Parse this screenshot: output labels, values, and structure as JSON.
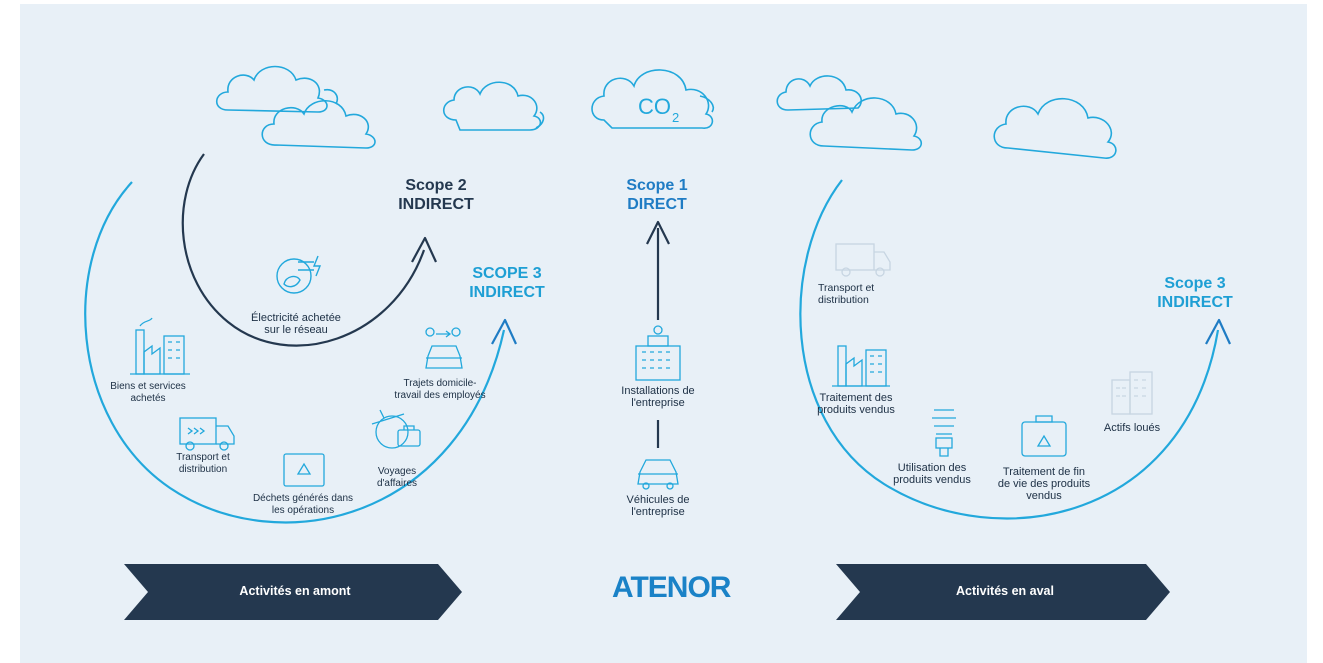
{
  "scopes": {
    "scope2": {
      "line1": "Scope 2",
      "line2": "INDIRECT"
    },
    "scope1": {
      "line1": "Scope 1",
      "line2": "DIRECT"
    },
    "scope3_upstream": {
      "line1": "SCOPE 3",
      "line2": "INDIRECT"
    },
    "scope3_downstream": {
      "line1": "Scope 3",
      "line2": "INDIRECT"
    }
  },
  "co2_label": "CO",
  "co2_subscript": "2",
  "upstream_items": {
    "electricity": [
      "Électricité achetée",
      "sur le réseau"
    ],
    "goods": [
      "Biens et services",
      "achetés"
    ],
    "transport": [
      "Transport et",
      "distribution"
    ],
    "waste": [
      "Déchets générés dans",
      "les opérations"
    ],
    "business_travel": [
      "Voyages",
      "d'affaires"
    ],
    "commuting": [
      "Trajets domicile-",
      "travail des employés"
    ]
  },
  "direct_items": {
    "facilities": [
      "Installations de",
      "l'entreprise"
    ],
    "vehicles": [
      "Véhicules de",
      "l'entreprise"
    ]
  },
  "downstream_items": {
    "transport": [
      "Transport et",
      "distribution"
    ],
    "processing": [
      "Traitement des",
      "produits vendus"
    ],
    "use": [
      "Utilisation des",
      "produits vendus"
    ],
    "end_of_life": [
      "Traitement de fin",
      "de vie des produits",
      "vendus"
    ],
    "leased": [
      "Actifs loués"
    ]
  },
  "banners": {
    "upstream": "Activités en amont",
    "downstream": "Activités en aval"
  },
  "logo": "ATENOR",
  "colors": {
    "background": "#e8f0f7",
    "dark_navy": "#24384f",
    "blue": "#1f7cc4",
    "light_blue": "#22a8dc"
  }
}
